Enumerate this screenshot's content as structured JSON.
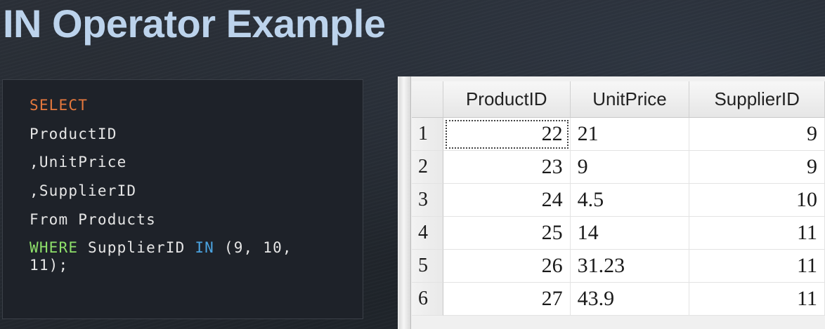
{
  "slide": {
    "title": "IN Operator Example"
  },
  "code": {
    "select_kw": "SELECT",
    "line_productid": "ProductID",
    "line_unitprice": ",UnitPrice",
    "line_supplierid": ",SupplierID",
    "line_from": "From Products",
    "where_kw": "WHERE",
    "where_field": " SupplierID ",
    "in_kw": "IN",
    "in_values": " (9, 10, 11);"
  },
  "colors": {
    "title": "#bcd3ec",
    "select_keyword": "#e5783d",
    "where_keyword": "#8ee06a",
    "in_keyword": "#4ba3e0"
  },
  "results_grid": {
    "columns": [
      "ProductID",
      "UnitPrice",
      "SupplierID"
    ],
    "rows": [
      {
        "num": "1",
        "product_id": "22",
        "unit_price": "21",
        "supplier_id": "9"
      },
      {
        "num": "2",
        "product_id": "23",
        "unit_price": "9",
        "supplier_id": "9"
      },
      {
        "num": "3",
        "product_id": "24",
        "unit_price": "4.5",
        "supplier_id": "10"
      },
      {
        "num": "4",
        "product_id": "25",
        "unit_price": "14",
        "supplier_id": "11"
      },
      {
        "num": "5",
        "product_id": "26",
        "unit_price": "31.23",
        "supplier_id": "11"
      },
      {
        "num": "6",
        "product_id": "27",
        "unit_price": "43.9",
        "supplier_id": "11"
      }
    ]
  }
}
